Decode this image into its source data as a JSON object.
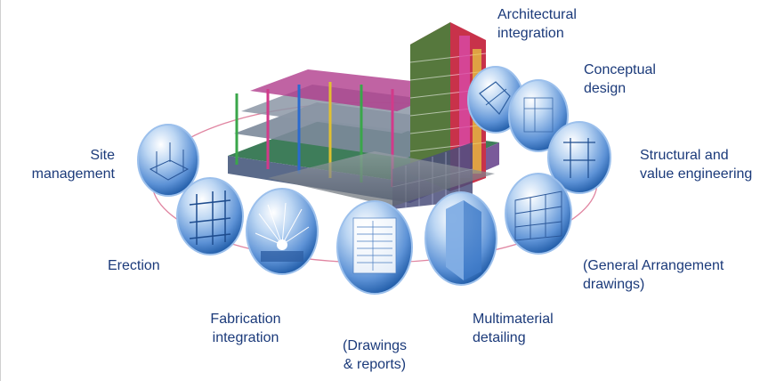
{
  "colors": {
    "label_text": "#1b3a7a",
    "orb_light": "#ffffff",
    "orb_mid": "#8db6e6",
    "orb_dark": "#1e5aa6",
    "connector_line": "#d8668a"
  },
  "central_image": {
    "icon": "3d-building-model"
  },
  "stages": [
    {
      "label": "Architectural\nintegration",
      "icon": "architecture-sketch-icon"
    },
    {
      "label": "Conceptual\ndesign",
      "icon": "blueprint-icon"
    },
    {
      "label": "Structural and\nvalue engineering",
      "icon": "structure-icon"
    },
    {
      "label": "(General Arrangement\ndrawings)",
      "icon": "ga-drawing-icon"
    },
    {
      "label": "Multimaterial\ndetailing",
      "icon": "skyscraper-icon"
    },
    {
      "label": "(Drawings\n& reports)",
      "icon": "report-sheet-icon"
    },
    {
      "label": "Fabrication\nintegration",
      "icon": "welding-sparks-icon"
    },
    {
      "label": "Erection",
      "icon": "steel-frame-icon"
    },
    {
      "label": "Site\nmanagement",
      "icon": "site-building-icon"
    }
  ]
}
